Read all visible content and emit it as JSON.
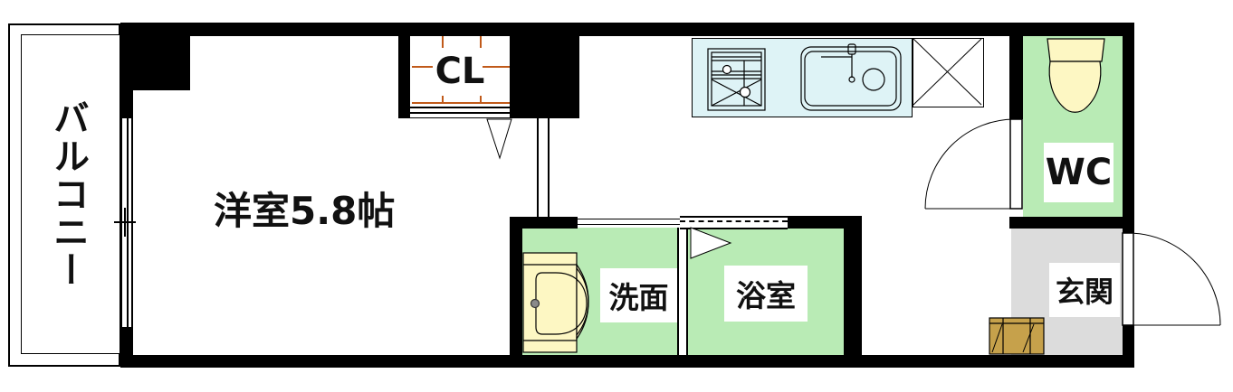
{
  "plan_title": "apartment-floor-plan",
  "rooms": {
    "balcony": {
      "label": "バルコニー"
    },
    "western_room": {
      "label": "洋室5.8帖"
    },
    "closet": {
      "label": "CL"
    },
    "wc": {
      "label": "WC"
    },
    "washroom": {
      "label": "洗面"
    },
    "bathroom": {
      "label": "浴室"
    },
    "entrance": {
      "label": "玄関"
    }
  },
  "colors": {
    "wall": "#000000",
    "wet_area_floor": "#b9ebb5",
    "kitchen_counter": "#def3f6",
    "fixture_yellow": "#fdf7c3",
    "entrance_floor": "#dcdcdc",
    "shoe_cabinet": "#c6a14b",
    "closet_rod_accent": "#c05a1a"
  },
  "fixtures": [
    "sliding-window",
    "kitchen-stove",
    "kitchen-sink",
    "refrigerator-space",
    "toilet",
    "vanity-sink",
    "shoe-cabinet",
    "entrance-door",
    "wc-door",
    "closet-door",
    "bathroom-folding-door"
  ]
}
